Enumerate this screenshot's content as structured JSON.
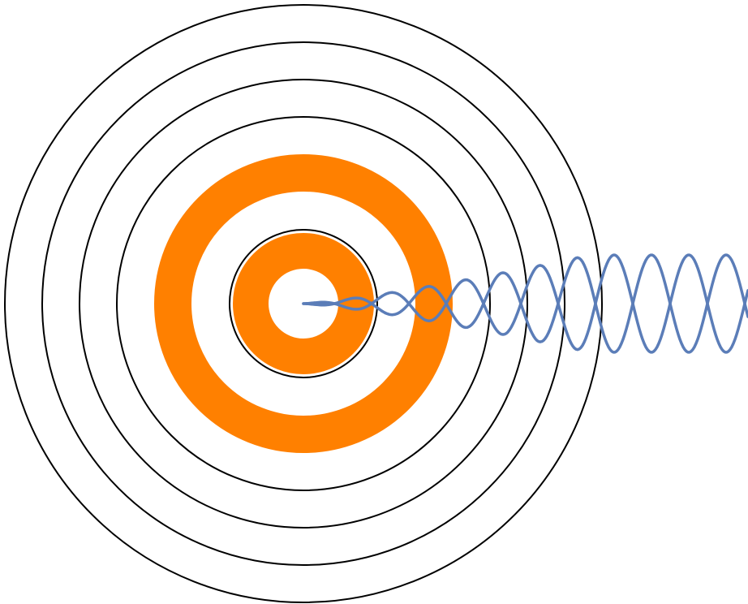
{
  "diagram": {
    "colors": {
      "background": "#ffffff",
      "ring_stroke": "#000000",
      "band_fill": "#ff8000",
      "wave_stroke": "#5b7db8"
    },
    "ring_count": 5,
    "band_count": 2,
    "wave_strand_count": 2
  }
}
